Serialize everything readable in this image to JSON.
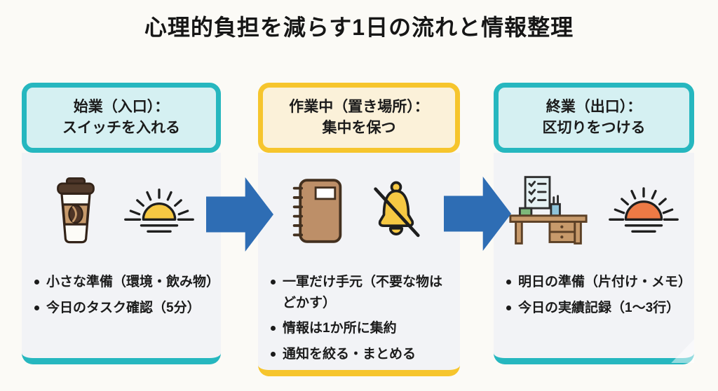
{
  "title": "心理的負担を減らす1日の流れと情報整理",
  "colors": {
    "teal_accent": "#26b7bf",
    "teal_tint": "#d5f0f2",
    "yellow_accent": "#f6c52d",
    "yellow_tint": "#fbf1d9",
    "panel_body_bg": "#f2f3f6",
    "arrow_blue": "#2e6db4",
    "page_bg": "#fbfaf6",
    "text": "#1b1b1b"
  },
  "panels": [
    {
      "header_line1": "始業（入口）：",
      "header_line2": "スイッチを入れる",
      "accent": "teal",
      "icons": [
        "coffee-cup-icon",
        "sunrise-icon"
      ],
      "bullets": [
        "小さな準備（環境・飲み物）",
        "今日のタスク確認（5分）"
      ]
    },
    {
      "header_line1": "作業中（置き場所）：",
      "header_line2": "集中を保つ",
      "accent": "yellow",
      "icons": [
        "notebook-icon",
        "muted-bell-icon"
      ],
      "bullets": [
        "一軍だけ手元（不要な物はどかす）",
        "情報は1か所に集約",
        "通知を絞る・まとめる"
      ]
    },
    {
      "header_line1": "終業（出口）：",
      "header_line2": "区切りをつける",
      "accent": "teal",
      "icons": [
        "desk-icon",
        "sunset-icon"
      ],
      "bullets": [
        "明日の準備（片付け・メモ）",
        "今日の実績記録（1〜3行）"
      ]
    }
  ]
}
